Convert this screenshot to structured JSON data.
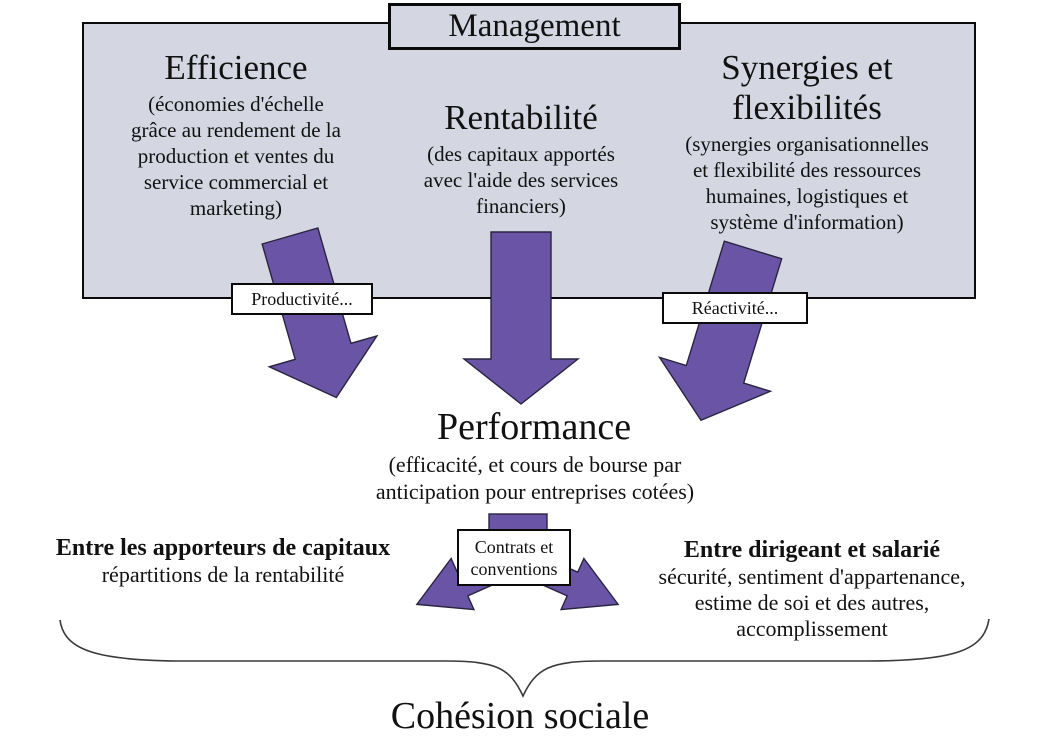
{
  "diagram": {
    "management_label": "Management",
    "columns": [
      {
        "title": "Efficience",
        "subtitle": "(économies d'échelle\ngrâce au rendement de la\nproduction et ventes du\nservice commercial et\nmarketing)"
      },
      {
        "title": "Rentabilité",
        "subtitle": "(des capitaux apportés\navec l'aide des services\nfinanciers)"
      },
      {
        "title": "Synergies et\nflexibilités",
        "subtitle": "(synergies organisationnelles\net flexibilité des ressources\nhumaines, logistiques et\nsystème d'information)"
      }
    ],
    "arrow_labels": {
      "productivite": "Productivité...",
      "reactivite": "Réactivité..."
    },
    "performance": {
      "title": "Performance",
      "subtitle": "(efficacité, et cours de bourse par\nanticipation pour entreprises cotées)"
    },
    "contracts_label": "Contrats et\nconventions",
    "outcome_left": {
      "title": "Entre les apporteurs de capitaux",
      "subtitle": "répartitions de la rentabilité"
    },
    "outcome_right": {
      "title": "Entre dirigeant et salarié",
      "subtitle": "sécurité, sentiment d'appartenance,\nestime de soi et des autres,\naccomplissement"
    },
    "footer": "Cohésion sociale",
    "colors": {
      "panel_fill": "#d4d7e2",
      "panel_border": "#0a0a0a",
      "arrow_fill": "#6a54a6",
      "arrow_stroke": "#2a2440",
      "box_border": "#0a0a0a",
      "text_color": "#111111",
      "brace_color": "#3a3a3a"
    }
  }
}
